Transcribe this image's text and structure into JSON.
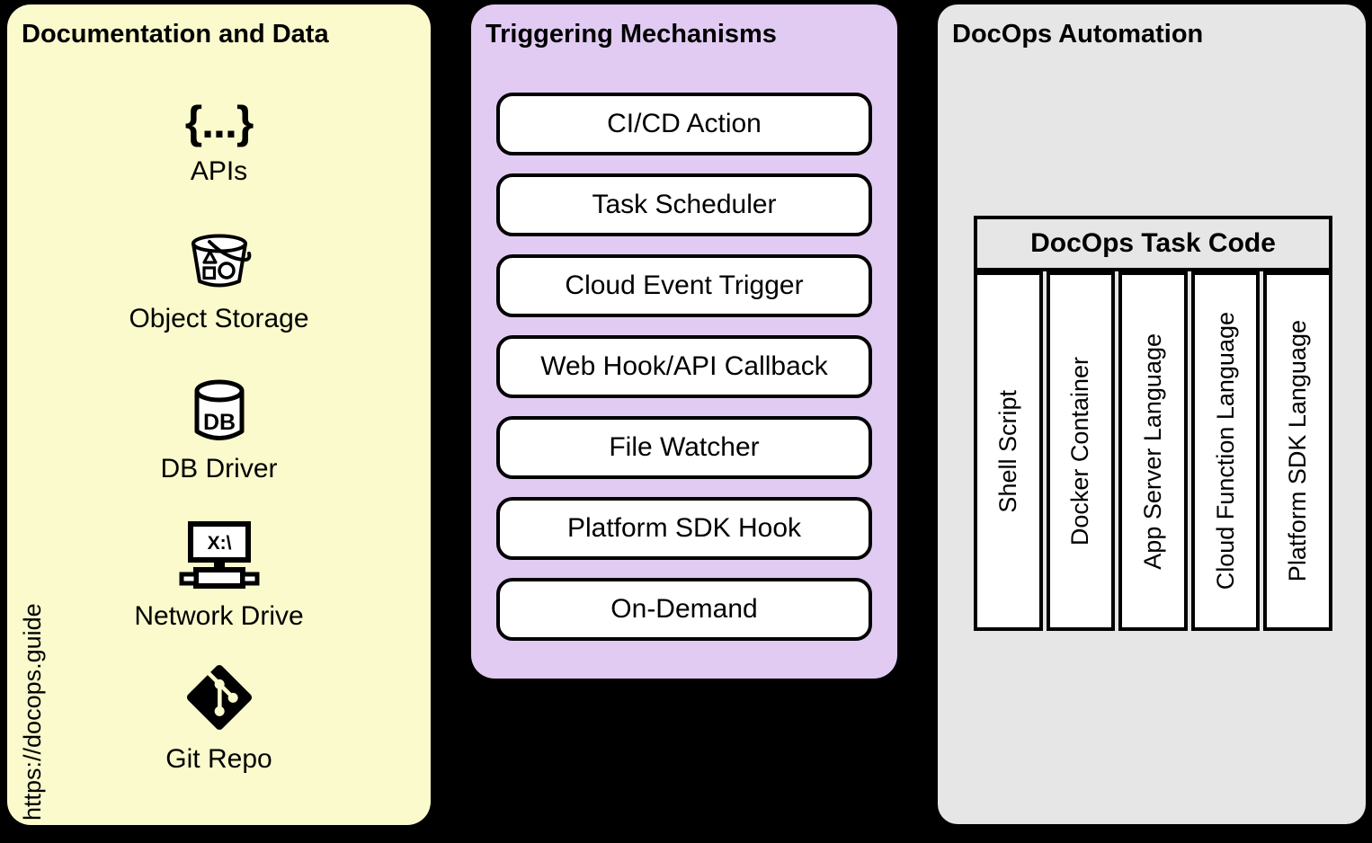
{
  "colors": {
    "background": "#000000",
    "docs_panel_bg": "#FAFACD",
    "triggers_panel_bg": "#E1CBF2",
    "automation_panel_bg": "#E6E6E6",
    "node_bg": "#FFFFFF",
    "border": "#000000"
  },
  "docs_panel": {
    "title": "Documentation and Data",
    "url": "https://docops.guide",
    "items": [
      {
        "label": "APIs",
        "icon": "braces-icon",
        "glyph": "{...}"
      },
      {
        "label": "Object Storage",
        "icon": "bucket-icon"
      },
      {
        "label": "DB Driver",
        "icon": "database-icon",
        "glyph": "DB"
      },
      {
        "label": "Network Drive",
        "icon": "network-drive-icon",
        "glyph": "X:\\"
      },
      {
        "label": "Git Repo",
        "icon": "git-icon"
      }
    ]
  },
  "triggers_panel": {
    "title": "Triggering Mechanisms",
    "nodes": [
      "CI/CD Action",
      "Task Scheduler",
      "Cloud Event Trigger",
      "Web Hook/API Callback",
      "File Watcher",
      "Platform SDK Hook",
      "On-Demand"
    ]
  },
  "automation_panel": {
    "title": "DocOps Automation",
    "table": {
      "header": "DocOps Task Code",
      "columns": [
        "Shell Script",
        "Docker Container",
        "App Server Language",
        "Cloud Function Language",
        "Platform SDK Language"
      ]
    }
  }
}
